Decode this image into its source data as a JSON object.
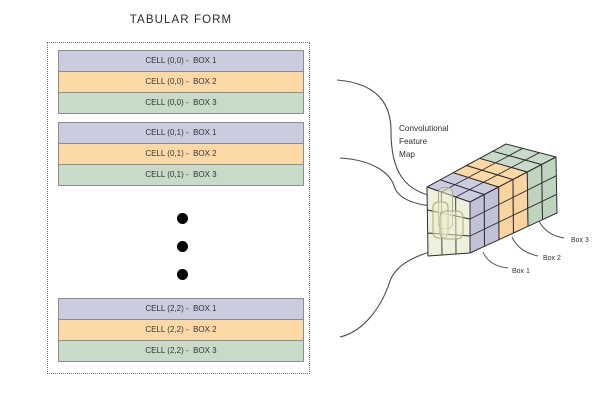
{
  "title": "TABULAR FORM",
  "palette": {
    "box1_fill": "#cbccdf",
    "box2_fill": "#fcd9a7",
    "box3_fill": "#c8dac8",
    "front_face_fill": "#eef0dc",
    "row_border": "#8c8c8c",
    "connector_line": "#4a4a4a",
    "text": "#2e2e2e"
  },
  "table": {
    "groups": [
      {
        "cell": "(0,0)",
        "rows": [
          {
            "label": "CELL (0,0) -  BOX 1",
            "box": "box1"
          },
          {
            "label": "CELL (0,0) -  BOX 2",
            "box": "box2"
          },
          {
            "label": "CELL (0,0) -  BOX 3",
            "box": "box3"
          }
        ]
      },
      {
        "cell": "(0,1)",
        "rows": [
          {
            "label": "CELL (0,1) -  BOX 1",
            "box": "box1"
          },
          {
            "label": "CELL (0,1) -  BOX 2",
            "box": "box2"
          },
          {
            "label": "CELL (0,1) -  BOX 3",
            "box": "box3"
          }
        ]
      },
      {
        "cell": "(2,2)",
        "rows": [
          {
            "label": "CELL (2,2) -  BOX 1",
            "box": "box1"
          },
          {
            "label": "CELL (2,2) -  BOX 2",
            "box": "box2"
          },
          {
            "label": "CELL (2,2) -  BOX 3",
            "box": "box3"
          }
        ]
      }
    ],
    "ellipsis_dot_count": 3
  },
  "diagram": {
    "feature_map_label_lines": [
      "Convolutional",
      "Feature",
      "Map"
    ],
    "box_labels": [
      "Box 1",
      "Box 2",
      "Box 3"
    ],
    "cube": {
      "front_grid": "3x3",
      "depth_slices": 6,
      "slice_colors_front_to_back": [
        "box1",
        "box1",
        "box2",
        "box2",
        "box3",
        "box3"
      ]
    }
  }
}
